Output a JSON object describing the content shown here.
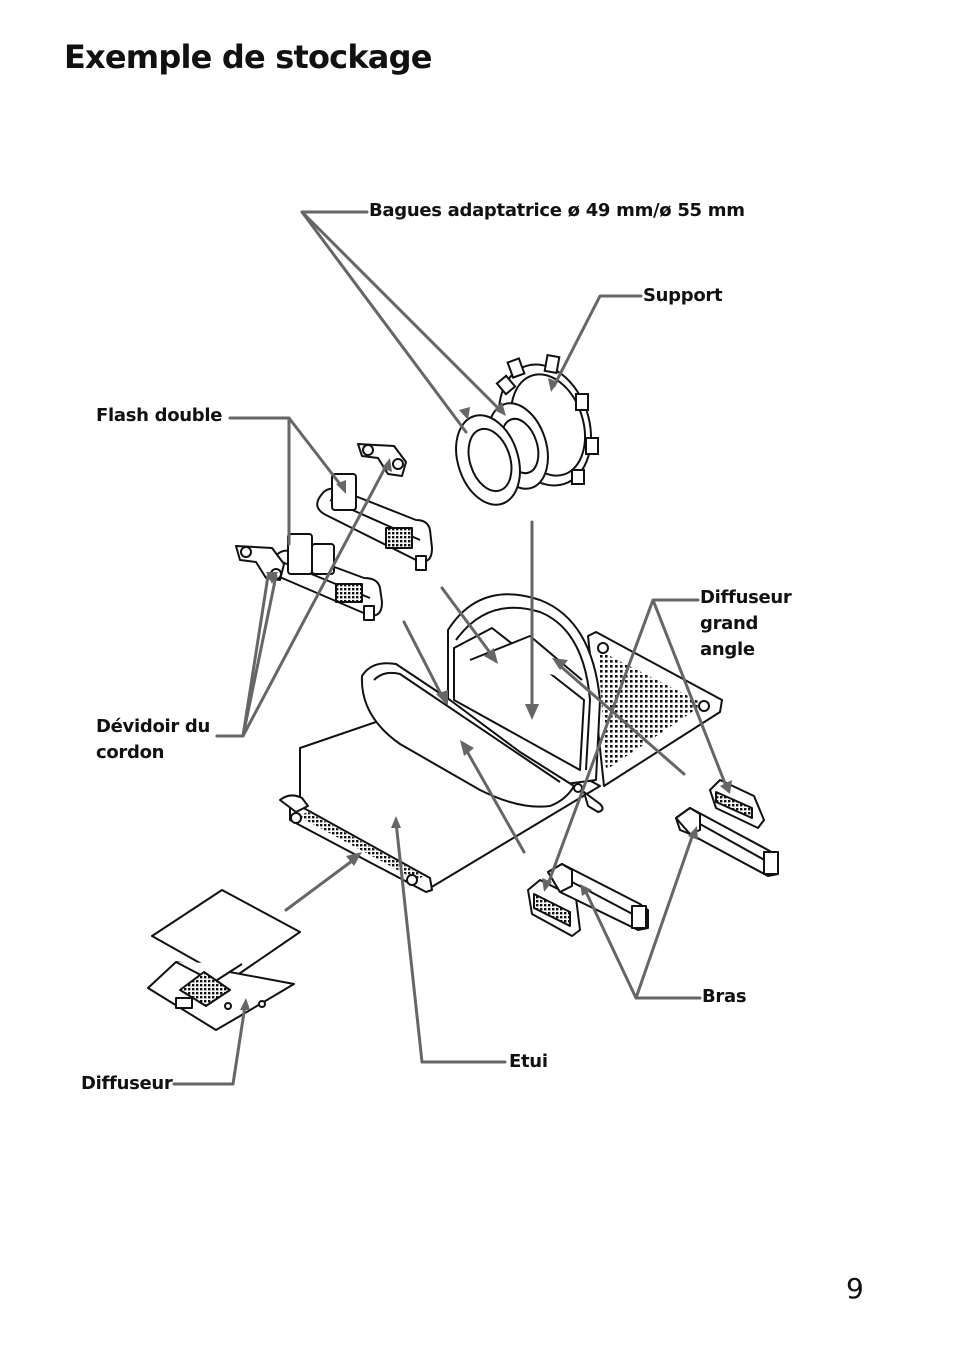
{
  "page": {
    "title": "Exemple de stockage",
    "page_number": "9"
  },
  "labels": {
    "bagues": "Bagues adaptatrice ø 49 mm/ø 55 mm",
    "support": "Support",
    "flash_double": "Flash double",
    "diffuseur_grand_angle": [
      "Diffuseur",
      "grand",
      "angle"
    ],
    "devidoir": [
      "Dévidoir du",
      "cordon"
    ],
    "bras": "Bras",
    "etui": "Etui",
    "diffuseur": "Diffuseur"
  }
}
